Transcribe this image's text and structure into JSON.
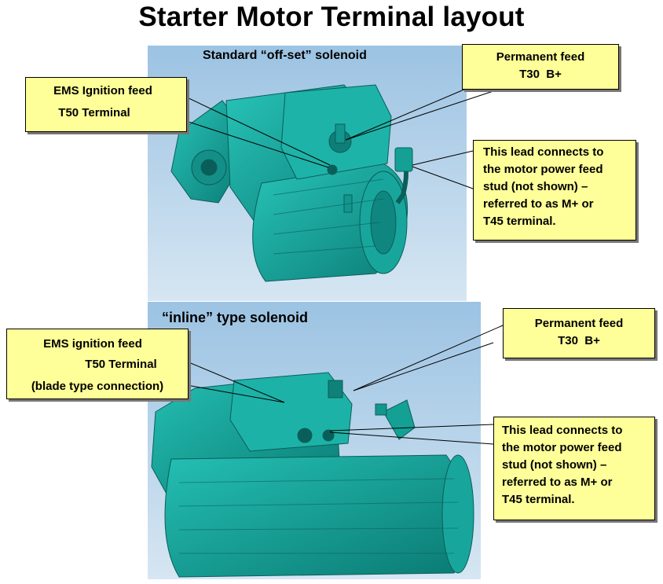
{
  "title": "Starter Motor Terminal layout",
  "top_panel": {
    "label": "Standard “off-set” solenoid",
    "callouts": {
      "ems": [
        "EMS Ignition feed",
        "T50 Terminal"
      ],
      "permanent": [
        "Permanent feed",
        "T30  B+"
      ],
      "motor_lead": [
        "This lead connects to",
        "the motor power feed",
        "stud (not shown) –",
        "referred to as M+ or",
        "T45 terminal."
      ]
    }
  },
  "bottom_panel": {
    "label": "“inline” type solenoid",
    "callouts": {
      "ems": [
        "EMS ignition feed",
        "T50 Terminal",
        "(blade type connection)"
      ],
      "permanent": [
        "Permanent feed",
        "T30  B+"
      ],
      "motor_lead": [
        "This lead connects to",
        "the motor power feed",
        "stud (not shown) –",
        "referred to as M+ or",
        "T45 terminal."
      ]
    }
  },
  "colors": {
    "callout_fill": "#ffff99",
    "panel_bg": "#b8d4ea",
    "motor_teal": "#16a39a"
  }
}
